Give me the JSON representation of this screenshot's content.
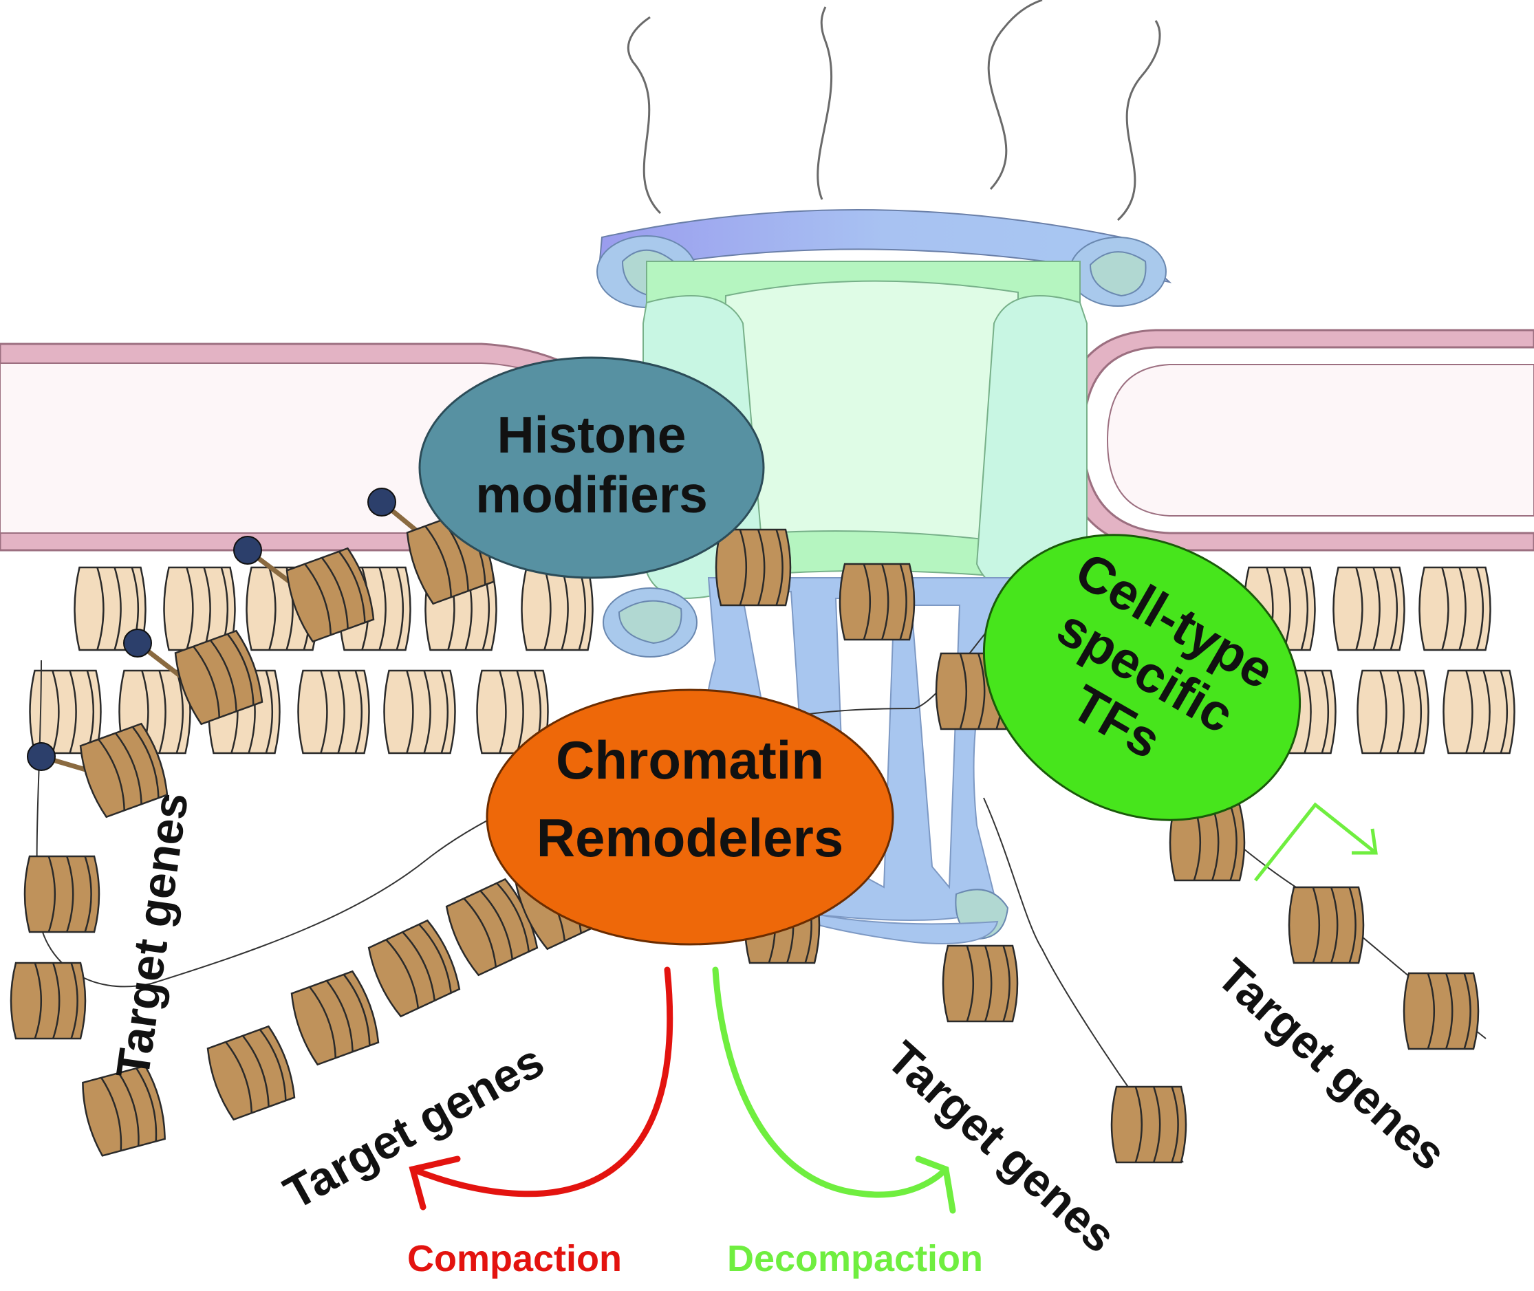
{
  "labels": {
    "histone_modifiers": [
      "Histone",
      "modifiers"
    ],
    "chromatin_remodelers": [
      "Chromatin",
      "Remodelers"
    ],
    "tfs": [
      "Cell-type",
      "specific",
      "TFs"
    ],
    "target_genes": "Target genes",
    "compaction": "Compaction",
    "decompaction": "Decompaction"
  },
  "colors": {
    "histone_modifiers_fill": "#5791a2",
    "chromatin_remodelers_fill": "#ee6809",
    "tfs_fill": "#47e51c",
    "compaction_arrow": "#e3130f",
    "decompaction_arrow": "#6fee3f",
    "membrane_outer": "#e3b3c4",
    "membrane_inner": "#fdf6f8",
    "nucleosome_active": "#bf925b",
    "nucleosome_compact": "#f3dcbd",
    "pore_blue": "#a8c6ef",
    "pore_green": "#c6f7d4",
    "histone_mark": "#2c3f6b"
  }
}
